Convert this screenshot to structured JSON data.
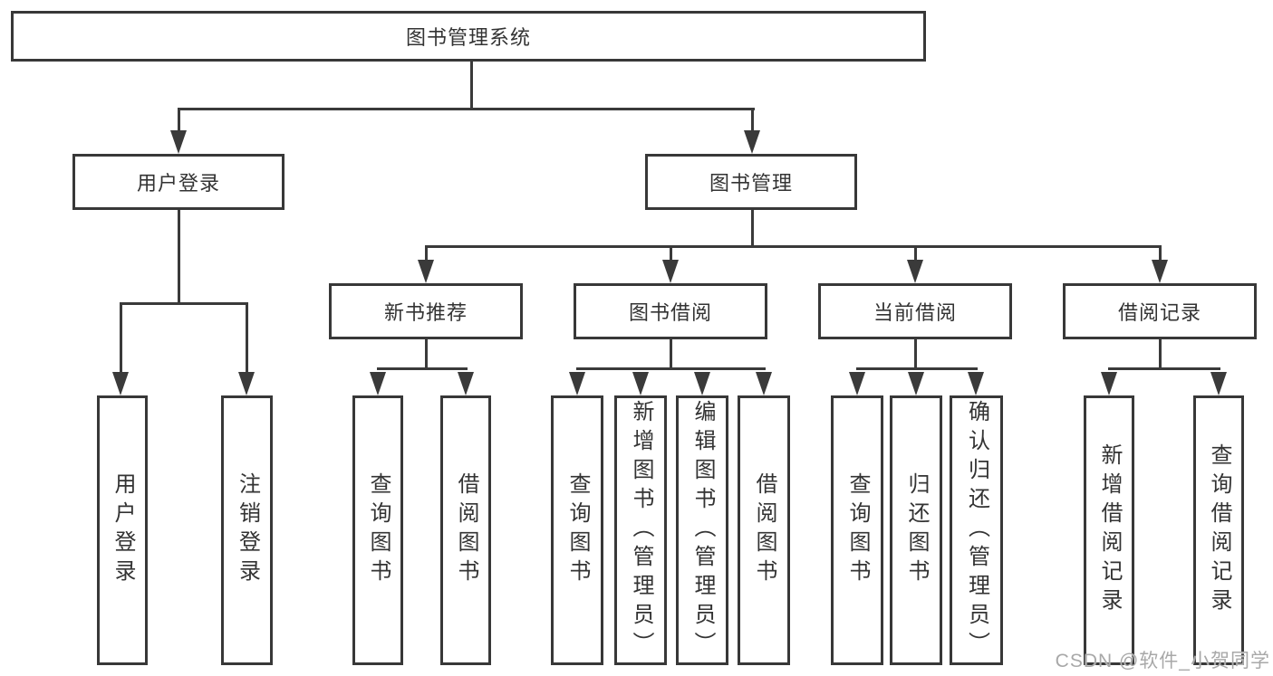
{
  "tree": {
    "root": {
      "label": "图书管理系统"
    },
    "branches": [
      {
        "label": "用户登录",
        "children": [
          {
            "label": "用户登录"
          },
          {
            "label": "注销登录"
          }
        ]
      },
      {
        "label": "图书管理",
        "children": [
          {
            "label": "新书推荐",
            "children": [
              {
                "label": "查询图书"
              },
              {
                "label": "借阅图书"
              }
            ]
          },
          {
            "label": "图书借阅",
            "children": [
              {
                "label": "查询图书"
              },
              {
                "label": "新增图书（管理员）"
              },
              {
                "label": "编辑图书（管理员）"
              },
              {
                "label": "借阅图书"
              }
            ]
          },
          {
            "label": "当前借阅",
            "children": [
              {
                "label": "查询图书"
              },
              {
                "label": "归还图书"
              },
              {
                "label": "确认归还（管理员）"
              }
            ]
          },
          {
            "label": "借阅记录",
            "children": [
              {
                "label": "新增借阅记录"
              },
              {
                "label": "查询借阅记录"
              }
            ]
          }
        ]
      }
    ]
  },
  "watermark": {
    "text": "CSDN @软件_小贺同学"
  },
  "colors": {
    "line": "#3a3a3a",
    "box_border": "#383838",
    "text": "#333333",
    "background": "#ffffff",
    "watermark": "#a8a8a8"
  }
}
